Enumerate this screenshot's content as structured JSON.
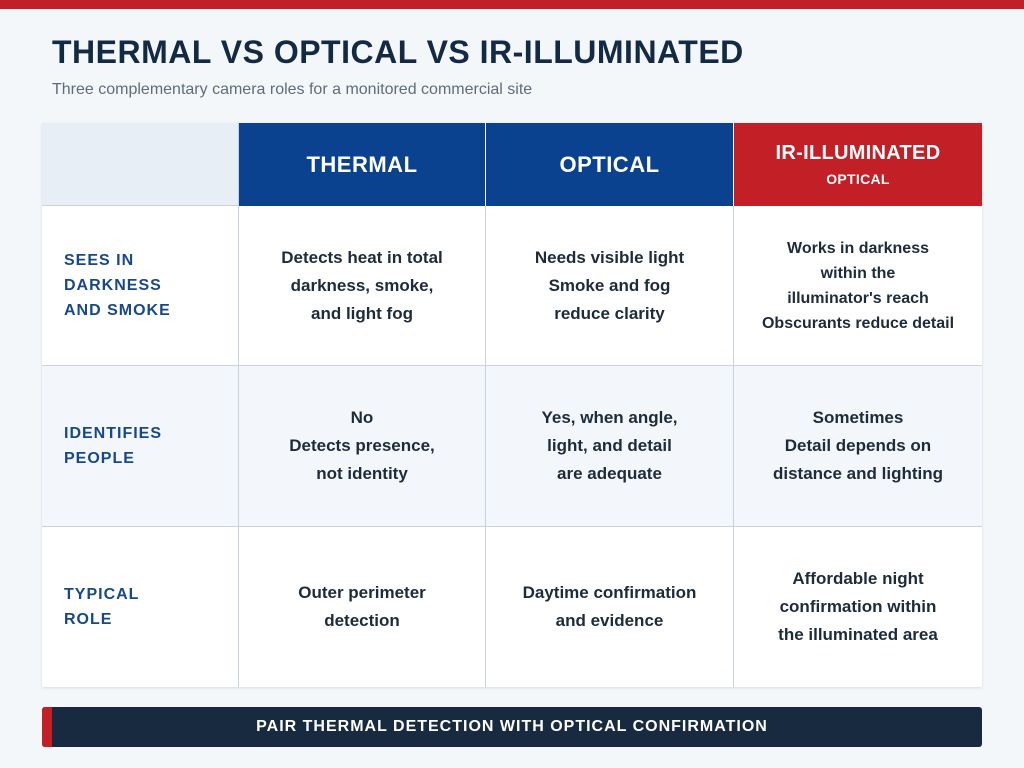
{
  "header": {
    "title": "THERMAL VS OPTICAL VS IR-ILLUMINATED",
    "subtitle": "Three complementary camera roles for a monitored commercial site"
  },
  "table": {
    "columns": {
      "thermal": "THERMAL",
      "optical": "OPTICAL",
      "ir_main": "IR-ILLUMINATED",
      "ir_sub": "OPTICAL"
    },
    "rows": [
      {
        "label": "SEES IN\nDARKNESS\nAND SMOKE",
        "thermal": "Detects heat in total\ndarkness, smoke,\nand light fog",
        "optical": "Needs visible light\nSmoke and fog\nreduce clarity",
        "ir": "Works in darkness\nwithin the\nilluminator's reach\nObscurants reduce detail"
      },
      {
        "label": "IDENTIFIES\nPEOPLE",
        "thermal": "No\nDetects presence,\nnot identity",
        "optical": "Yes, when angle,\nlight, and detail\nare adequate",
        "ir": "Sometimes\nDetail depends on\ndistance and lighting"
      },
      {
        "label": "TYPICAL\nROLE",
        "thermal": "Outer perimeter\ndetection",
        "optical": "Daytime confirmation\nand evidence",
        "ir": "Affordable night\nconfirmation within\nthe illuminated area"
      }
    ]
  },
  "footer": {
    "text": "PAIR THERMAL DETECTION WITH OPTICAL CONFIRMATION"
  },
  "colors": {
    "accent_red": "#c21f26",
    "header_blue": "#0b4290",
    "title_navy": "#122a44",
    "footer_navy": "#172a40"
  }
}
